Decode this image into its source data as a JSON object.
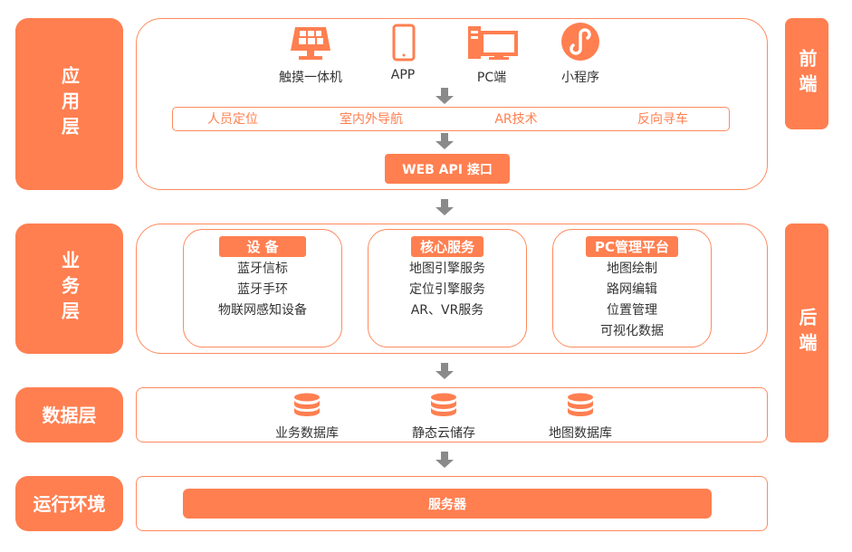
{
  "layers": {
    "app": "应用层",
    "business": "业务层",
    "data": "数据层",
    "runtime": "运行环境"
  },
  "sides": {
    "front": "前端",
    "back": "后端"
  },
  "clients": [
    {
      "label": "触摸一体机",
      "icon": "kiosk-icon"
    },
    {
      "label": "APP",
      "icon": "phone-icon"
    },
    {
      "label": "PC端",
      "icon": "desktop-icon"
    },
    {
      "label": "小程序",
      "icon": "mini-program-icon"
    }
  ],
  "features": [
    "人员定位",
    "室内外导航",
    "AR技术",
    "反向寻车"
  ],
  "api": "WEB API 接口",
  "modules": [
    {
      "title": "设 备",
      "items": [
        "蓝牙信标",
        "蓝牙手环",
        "物联网感知设备"
      ]
    },
    {
      "title": "核心服务",
      "items": [
        "地图引擎服务",
        "定位引擎服务",
        "AR、VR服务"
      ]
    },
    {
      "title": "PC管理平台",
      "items": [
        "地图绘制",
        "路网编辑",
        "位置管理",
        "可视化数据"
      ]
    }
  ],
  "databases": [
    "业务数据库",
    "静态云储存",
    "地图数据库"
  ],
  "server": "服务器",
  "colors": {
    "accent": "#ff7f50",
    "arrow": "#8a8a8a"
  }
}
